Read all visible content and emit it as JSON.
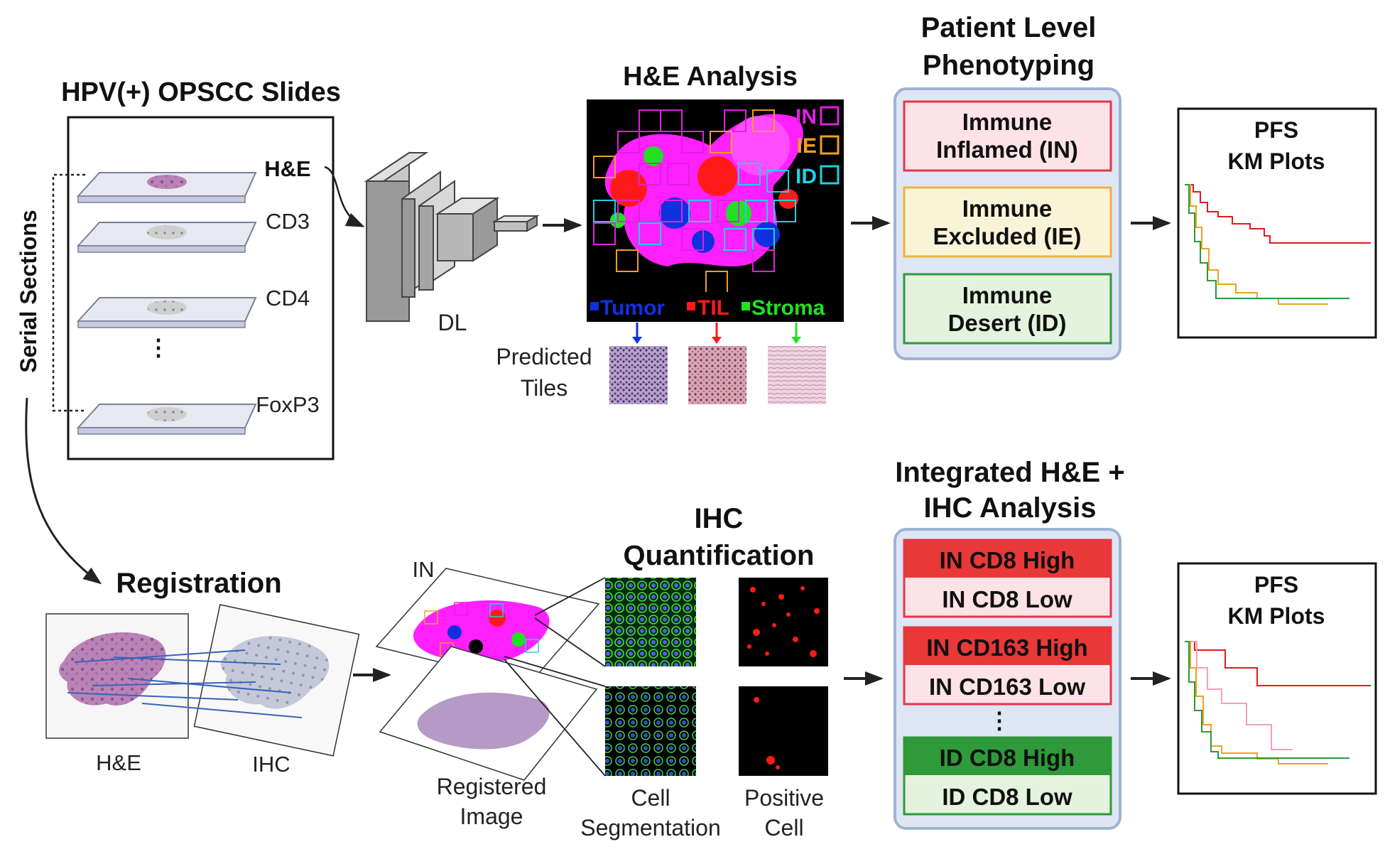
{
  "titles": {
    "slides": "HPV(+) OPSCC Slides",
    "he_analysis": "H&E Analysis",
    "phenotyping_line1": "Patient Level",
    "phenotyping_line2": "Phenotyping",
    "registration": "Registration",
    "ihc_quant_line1": "IHC",
    "ihc_quant_line2": "Quantification",
    "integrated_line1": "Integrated H&E +",
    "integrated_line2": "IHC Analysis"
  },
  "serial_sections": "Serial Sections",
  "slides": [
    "H&E",
    "CD3",
    "CD4",
    "FoxP3"
  ],
  "slides_ellipsis": "⋮",
  "dl_label": "DL",
  "he_legend": {
    "in": "IN",
    "ie": "IE",
    "id": "ID"
  },
  "tissue_classes": {
    "tumor": "Tumor",
    "til": "TIL",
    "stroma": "Stroma"
  },
  "predicted_tiles": {
    "line1": "Predicted",
    "line2": "Tiles"
  },
  "phenotypes": [
    {
      "line1": "Immune",
      "line2": "Inflamed (IN)"
    },
    {
      "line1": "Immune",
      "line2": "Excluded (IE)"
    },
    {
      "line1": "Immune",
      "line2": "Desert (ID)"
    }
  ],
  "km_top": {
    "line1": "PFS",
    "line2": "KM Plots"
  },
  "km_bottom": {
    "line1": "PFS",
    "line2": "KM Plots"
  },
  "registration_labels": {
    "he": "H&E",
    "ihc": "IHC"
  },
  "registered_in_label": "IN",
  "registered_image": {
    "line1": "Registered",
    "line2": "Image"
  },
  "cell_segmentation": {
    "line1": "Cell",
    "line2": "Segmentation"
  },
  "positive_cell": {
    "line1": "Positive",
    "line2": "Cell"
  },
  "integrated_items": [
    "IN CD8 High",
    "IN CD8 Low",
    "IN CD163 High",
    "IN CD163 Low",
    "ID CD8 High",
    "ID CD8 Low"
  ],
  "integrated_ellipsis": "⋮",
  "colors": {
    "in": "#e020e0",
    "ie": "#f0a020",
    "id": "#20d0e0",
    "tumor": "#1030e0",
    "til": "#ff1a1a",
    "stroma": "#22e022",
    "inflamed_fill": "#fde3e8",
    "inflamed_border": "#e8334a",
    "excluded_fill": "#fbf3d8",
    "excluded_border": "#f0b040",
    "desert_fill": "#e3f3de",
    "desert_border": "#2c9a3a",
    "panel_fill": "#dfe6f3",
    "panel_border": "#9db3d6",
    "high_red": "#e83838",
    "high_green": "#2e9a3a"
  }
}
